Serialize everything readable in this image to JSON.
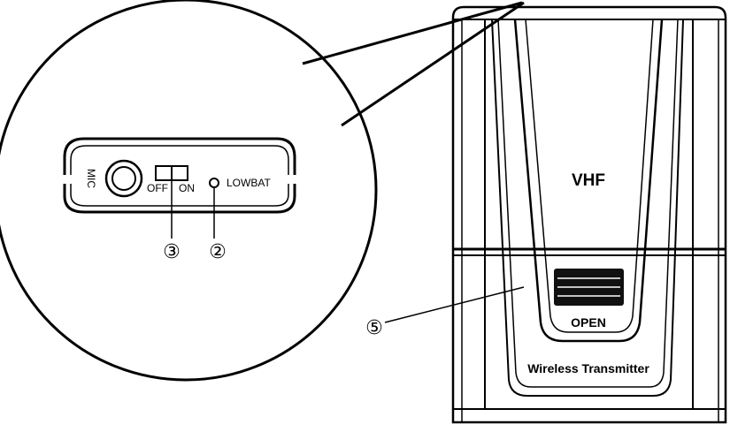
{
  "panel": {
    "mic_label": "MIC",
    "switch_off": "OFF",
    "switch_on": "ON",
    "lowbat_label": "LOWBAT"
  },
  "device": {
    "band_label": "VHF",
    "open_label": "OPEN",
    "product_label": "Wireless Transmitter"
  },
  "callouts": {
    "c3": "③",
    "c2": "②",
    "c5": "⑤"
  }
}
